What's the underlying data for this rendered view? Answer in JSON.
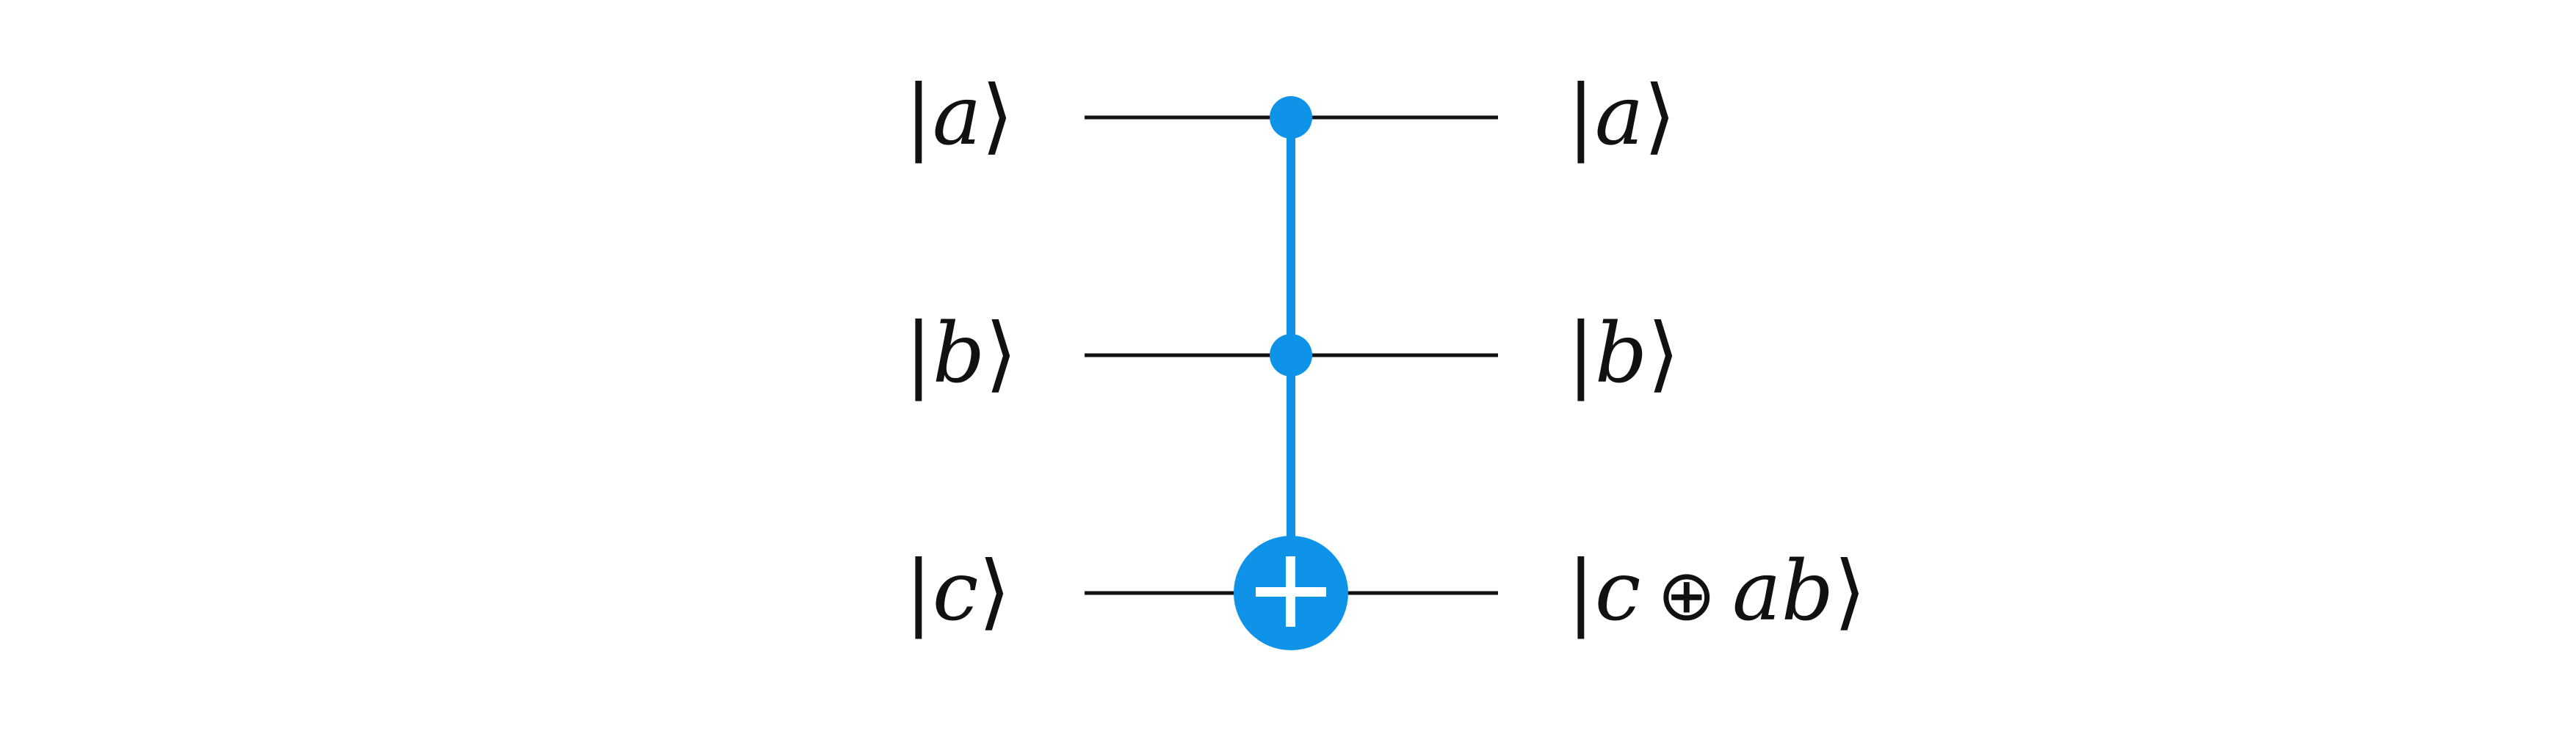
{
  "colors": {
    "wire": "#111111",
    "gate": "#0f93e8",
    "gate_symbol": "#ffffff"
  },
  "gate": {
    "name": "Toffoli",
    "controls": [
      "a",
      "b"
    ],
    "target": "c",
    "symbol_icon": "plus-icon"
  },
  "inputs": {
    "a": {
      "bar": "|",
      "symbol": "a",
      "angle": "⟩"
    },
    "b": {
      "bar": "|",
      "symbol": "b",
      "angle": "⟩"
    },
    "c": {
      "bar": "|",
      "symbol": "c",
      "angle": "⟩"
    }
  },
  "outputs": {
    "a": {
      "bar": "|",
      "symbol": "a",
      "angle": "⟩"
    },
    "b": {
      "bar": "|",
      "symbol": "b",
      "angle": "⟩"
    },
    "c": {
      "bar": "|",
      "symbol": "c",
      "op": "⊕",
      "symbol2": "ab",
      "angle": "⟩"
    }
  }
}
